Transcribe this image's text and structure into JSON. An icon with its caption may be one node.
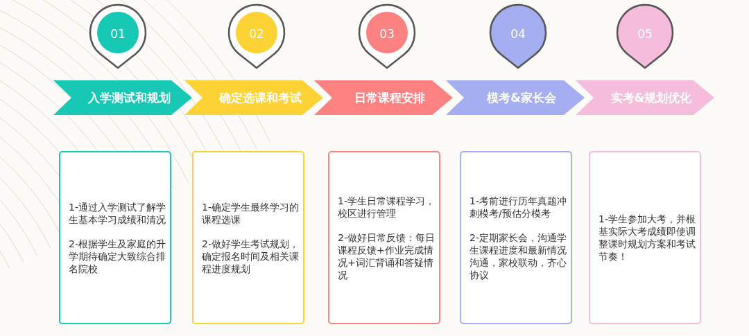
{
  "diagram": {
    "nodes": [
      {
        "text": [
          "01"
        ]
      },
      {
        "text": [
          "02"
        ]
      },
      {
        "text": [
          "03"
        ]
      },
      {
        "text": [
          "04"
        ]
      },
      {
        "text": [
          "05"
        ]
      },
      {
        "text": [
          "入学测试和规划"
        ]
      },
      {
        "text": [
          "确定选课和考试"
        ]
      },
      {
        "text": [
          "日常课程安排"
        ]
      },
      {
        "text": [
          "模考&家长会"
        ]
      },
      {
        "text": [
          "实考&规划优化"
        ]
      },
      {
        "text": [
          "1-通过入学测试了解学生基本学习成绩和清况",
          "2-根据学生及家庭的升学期待确定大致综合排名院校"
        ]
      },
      {
        "text": [
          "1-确定学生最终学习的课程选课",
          "2-做好学生考试规划，确定报名时间及相关课程进度规划"
        ]
      },
      {
        "text": [
          "1-学生日常课程学习，校区进行管理",
          "2-做好日常反馈：每日课程反馈+作业完成情况+词汇背诵和答疑情况"
        ]
      },
      {
        "text": [
          "1-考前进行历年真题冲刺模考/预估分模考",
          "2-定期家长会，沟通学生课程进度和最新情况沟通，家校联动，齐心协议"
        ]
      },
      {
        "text": [
          "1-学生参加大考，并根基实际大考成绩即使调整课时规划方案和考试节奏！"
        ]
      }
    ]
  }
}
